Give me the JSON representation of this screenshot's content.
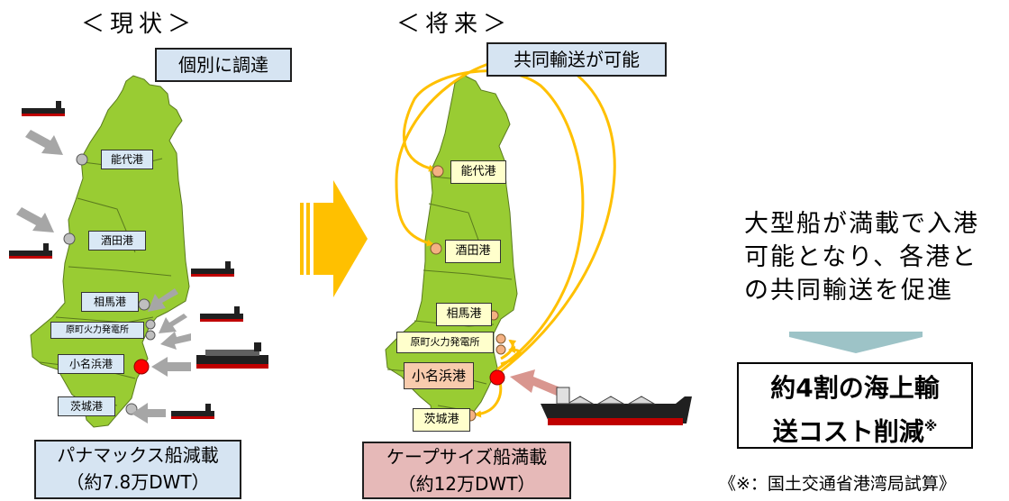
{
  "current": {
    "heading": "＜現状＞",
    "procurement_label": "個別に調達",
    "ports": [
      "能代港",
      "酒田港",
      "相馬港",
      "原町火力発電所",
      "小名浜港",
      "茨城港"
    ],
    "vessel_line1": "パナマックス船減載",
    "vessel_line2": "（約7.8万DWT）"
  },
  "future": {
    "heading": "＜将来＞",
    "joint_label": "共同輸送が可能",
    "ports": [
      "能代港",
      "酒田港",
      "相馬港",
      "原町火力発電所",
      "小名浜港",
      "茨城港"
    ],
    "vessel_line1": "ケープサイズ船満載",
    "vessel_line2": "（約12万DWT）"
  },
  "effect": {
    "desc_lines": [
      "大型船が満載で入港",
      "可能となり、各港と",
      "の共同輸送を促進"
    ],
    "result_line1": "約4割の海上輸",
    "result_line2": "送コスト削減",
    "result_mark": "※",
    "note": "《※：国土交通省港湾局試算》"
  },
  "colors": {
    "land": "#99cc33",
    "port_circle_gray": "#bfbfbf",
    "port_circle_orange": "#f4b183",
    "main_port_red": "#ff0000",
    "route_yellow": "#ffc000",
    "arrow_gray": "#a6a6a6",
    "arrow_pink": "#d9968f",
    "big_arrow_orange": "#ffc000",
    "down_arrow_teal": "#9dc3c7"
  }
}
